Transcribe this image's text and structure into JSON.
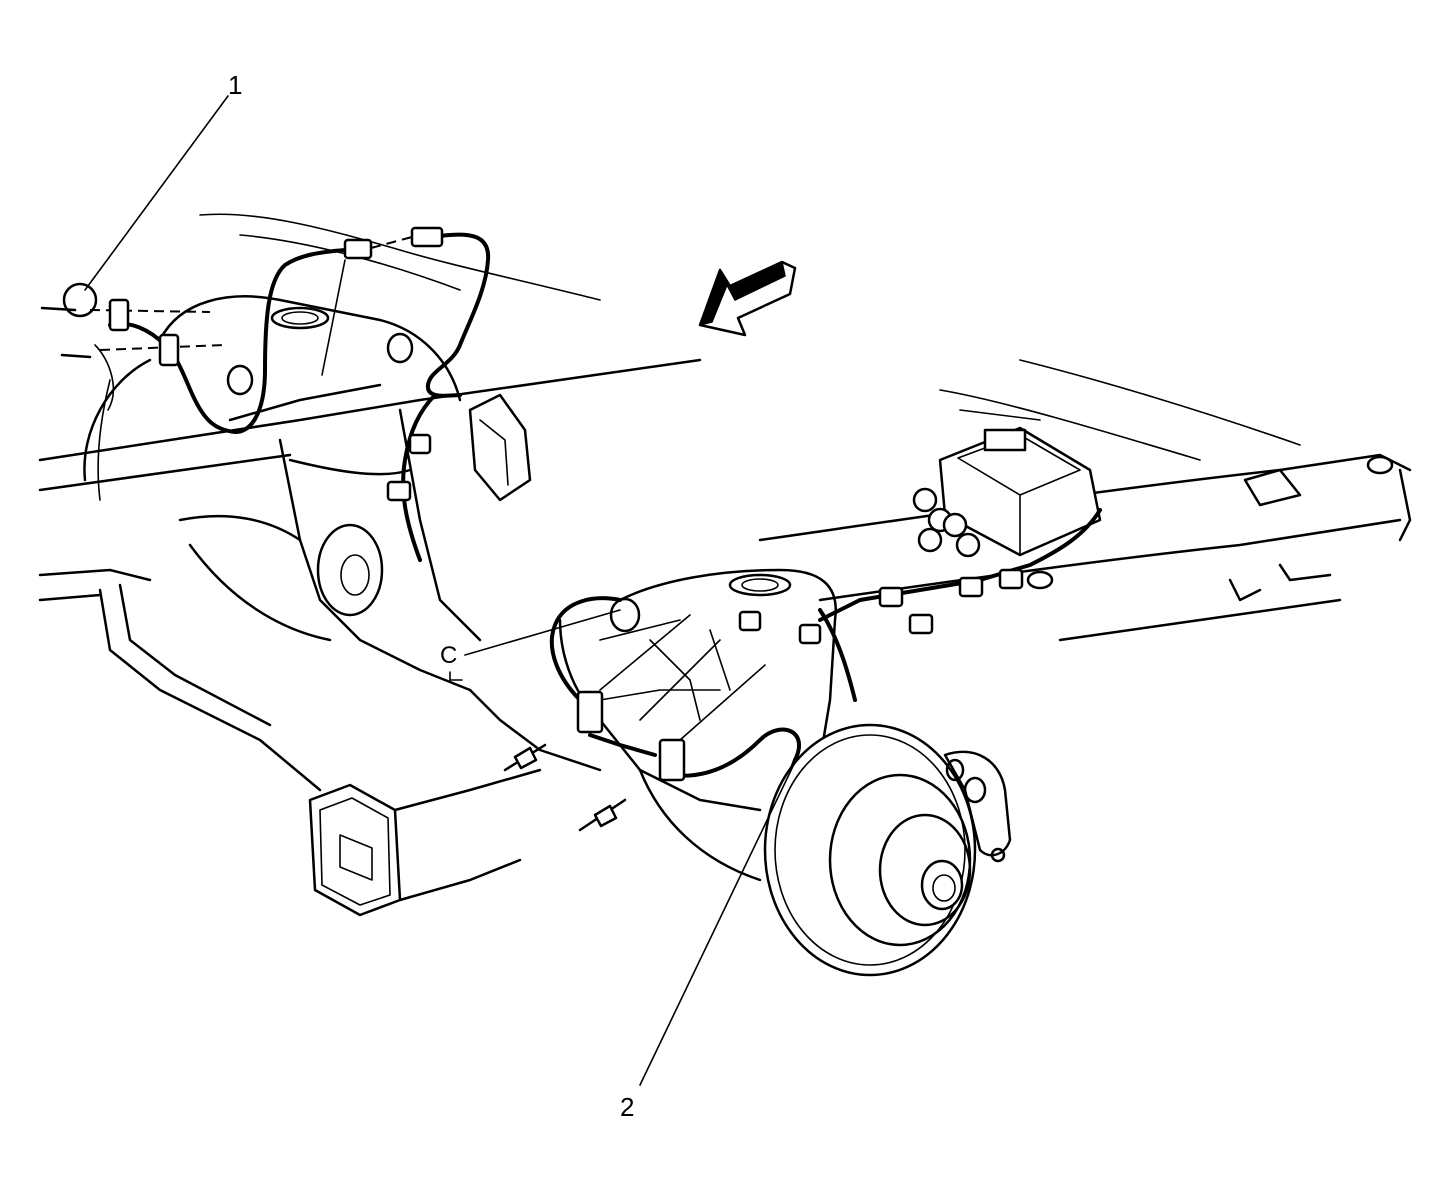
{
  "callouts": [
    {
      "id": "1",
      "label": "1"
    },
    {
      "id": "2",
      "label": "2"
    }
  ],
  "clamp_symbol": {
    "label": "C"
  },
  "direction_arrow": {
    "icon": "front-direction-arrow-icon"
  },
  "colors": {
    "ink": "#000000",
    "paper": "#ffffff"
  }
}
